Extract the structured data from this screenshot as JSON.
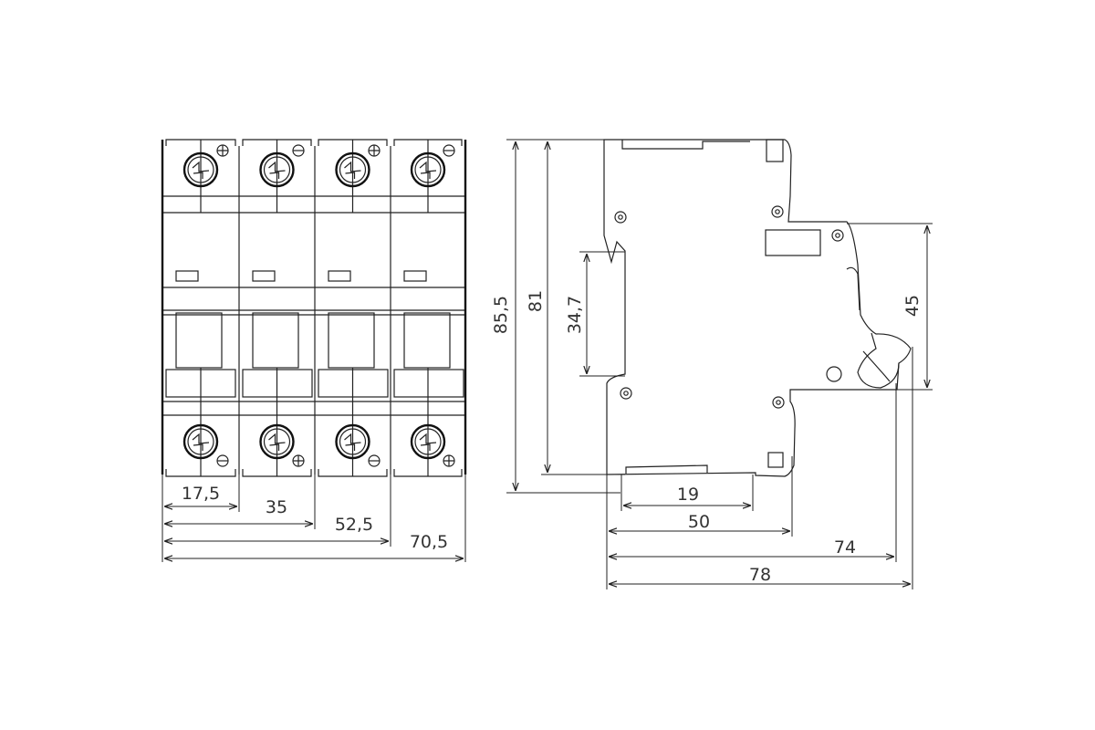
{
  "front_view": {
    "poles": 4,
    "pole_polarity_top": [
      "plus",
      "minus",
      "plus",
      "minus"
    ],
    "pole_polarity_bottom": [
      "minus",
      "plus",
      "minus",
      "plus"
    ],
    "dimensions": [
      "17,5",
      "35",
      "52,5",
      "70,5"
    ]
  },
  "side_view": {
    "dimensions": {
      "height_total": "85,5",
      "height_body": "81",
      "din_rail": "34,7",
      "front_height": "45",
      "clip_width": "19",
      "depth_base": "50",
      "depth_handle": "74",
      "depth_total": "78"
    }
  },
  "colors": {
    "line": "#222222",
    "text": "#333333",
    "background": "#ffffff"
  }
}
